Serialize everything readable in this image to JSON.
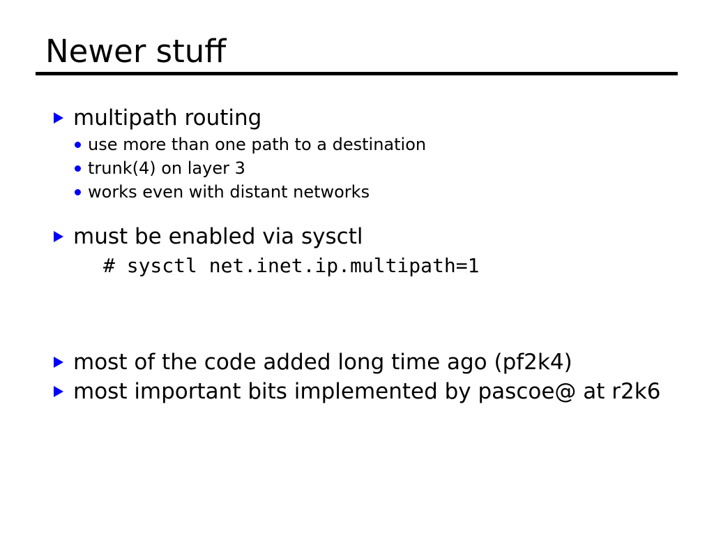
{
  "slide": {
    "title": "Newer stuff",
    "accent_color": "#0000ff",
    "text_color": "#000000",
    "background_color": "#ffffff",
    "rule_color": "#000000",
    "bullet_marker_level1": "triangle-right",
    "bullet_marker_level2": "round-dot",
    "items": [
      {
        "level": 1,
        "text": "multipath routing"
      },
      {
        "level": 2,
        "text": "use more than one path to a destination"
      },
      {
        "level": 2,
        "text": "trunk(4) on layer 3"
      },
      {
        "level": 2,
        "text": "works even with distant networks"
      },
      {
        "level": 1,
        "text": "must be enabled via sysctl"
      },
      {
        "level": "code",
        "text": "# sysctl net.inet.ip.multipath=1"
      },
      {
        "level": 1,
        "text": "most of the code added long time ago (pf2k4)"
      },
      {
        "level": 1,
        "text": "most important bits implemented by pascoe@ at r2k6"
      }
    ]
  }
}
